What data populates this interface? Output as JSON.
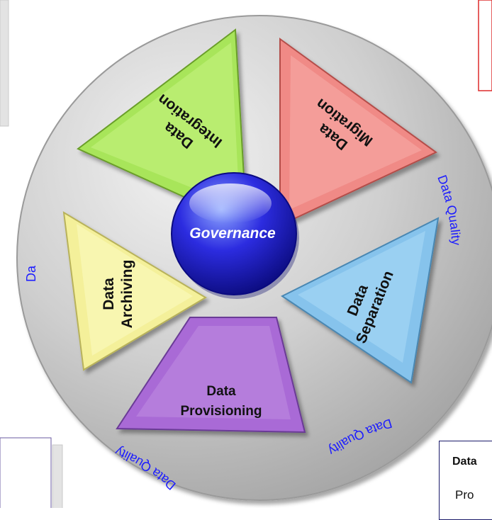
{
  "center": {
    "label": "Governance"
  },
  "segments": [
    {
      "line1": "Data",
      "line2": "Integration",
      "color": "#a8e55a"
    },
    {
      "line1": "Data",
      "line2": "Migration",
      "color": "#f08a86"
    },
    {
      "line1": "Data",
      "line2": "Separation",
      "color": "#86c3ec"
    },
    {
      "line1": "Data",
      "line2": "Provisioning",
      "color": "#a96ad6"
    },
    {
      "line1": "Data",
      "line2": "Archiving",
      "color": "#f4f09a"
    }
  ],
  "ring_labels": {
    "right": "Data Quality",
    "bottom_right": "Data Quality",
    "bottom_left": "Data Quality",
    "left": "Da"
  },
  "side_box": {
    "title": "Data",
    "body": "Pro"
  },
  "colors": {
    "ring_text": "#1c1cff",
    "disc": "#c4c4c4",
    "hub": "#1f1fd0",
    "box_border": "#dd2b2b"
  }
}
